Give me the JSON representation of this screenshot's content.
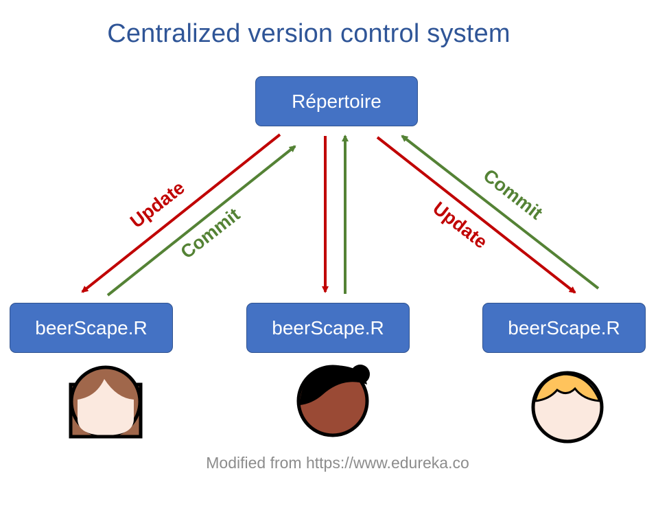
{
  "title": "Centralized version control system",
  "repository": {
    "label": "Répertoire"
  },
  "clients": [
    {
      "label": "beerScape.R",
      "avatar": "woman-long-brown-hair-avatar"
    },
    {
      "label": "beerScape.R",
      "avatar": "woman-dark-skin-bun-avatar"
    },
    {
      "label": "beerScape.R",
      "avatar": "person-blonde-hair-avatar"
    }
  ],
  "arrows": {
    "update_label": "Update",
    "commit_label": "Commit",
    "update_color": "#c00000",
    "commit_color": "#548235"
  },
  "credit": "Modified from https://www.edureka.co",
  "colors": {
    "title": "#2f5597",
    "node_fill": "#4472c4",
    "node_text": "#ffffff",
    "credit": "#8c8c8c"
  }
}
